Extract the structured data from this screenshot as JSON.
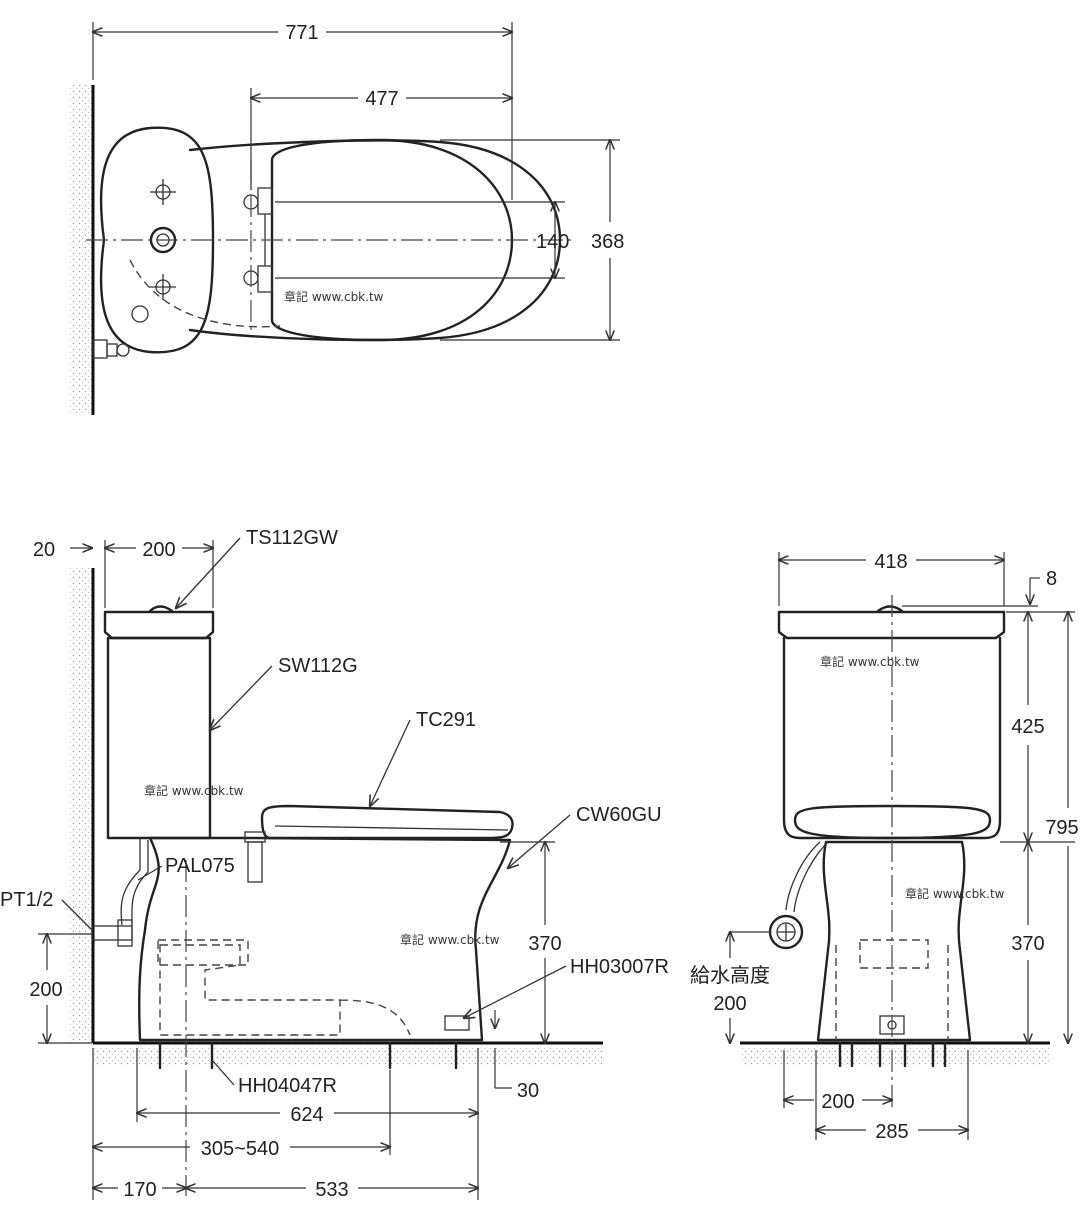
{
  "watermark": "章記 www.cbk.tw",
  "top_view": {
    "dims": {
      "overall_length": "771",
      "seat_hinge_to_front": "477",
      "hinge_spacing": "140",
      "overall_width": "368"
    }
  },
  "side_view": {
    "dims": {
      "wall_gap": "20",
      "tank_depth": "200",
      "supply_height": "200",
      "bowl_height": "370",
      "floor_gap": "30",
      "base_length": "624",
      "rough_in_range": "305~540",
      "wall_to_drain": "170",
      "drain_to_front": "533"
    },
    "parts": {
      "tank_lid_button": "TS112GW",
      "tank": "SW112G",
      "seat": "TC291",
      "bowl": "CW60GU",
      "supply_hose": "PAL075",
      "supply_thread": "PT1/2",
      "front_fixing": "HH03007R",
      "drain_adapter": "HH04047R"
    }
  },
  "front_view": {
    "dims": {
      "tank_width": "418",
      "button_height": "8",
      "tank_height": "425",
      "total_height": "795",
      "bowl_height": "370",
      "drain_spacing": "200",
      "base_width": "285"
    },
    "supply_label": "給水高度",
    "supply_height": "200"
  }
}
